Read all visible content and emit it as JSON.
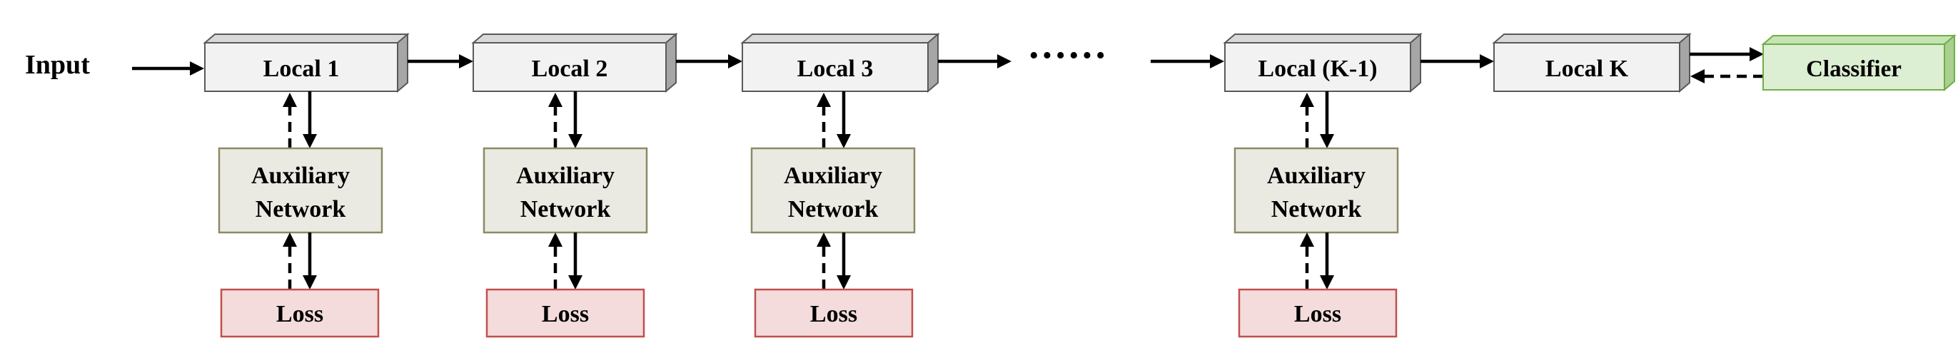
{
  "input_label": "Input",
  "ellipsis": "······",
  "locals": [
    {
      "label": "Local 1",
      "has_aux": true
    },
    {
      "label": "Local 2",
      "has_aux": true
    },
    {
      "label": "Local 3",
      "has_aux": true
    },
    {
      "label": "Local (K-1)",
      "has_aux": true
    },
    {
      "label": "Local K",
      "has_aux": false
    }
  ],
  "aux_label_line1": "Auxiliary",
  "aux_label_line2": "Network",
  "loss_label": "Loss",
  "classifier_label": "Classifier",
  "colors": {
    "local_fill": "#f2f2f2",
    "local_top": "#d9d9d9",
    "local_side": "#a6a6a6",
    "local_stroke": "#595959",
    "aux_fill": "#ebeae2",
    "aux_stroke": "#8c8a66",
    "loss_fill": "#f3dcdb",
    "loss_stroke": "#c0504d",
    "classifier_fill": "#dcefd2",
    "classifier_top": "#c5e4b2",
    "classifier_side": "#a9d08e",
    "classifier_stroke": "#70ad47"
  }
}
